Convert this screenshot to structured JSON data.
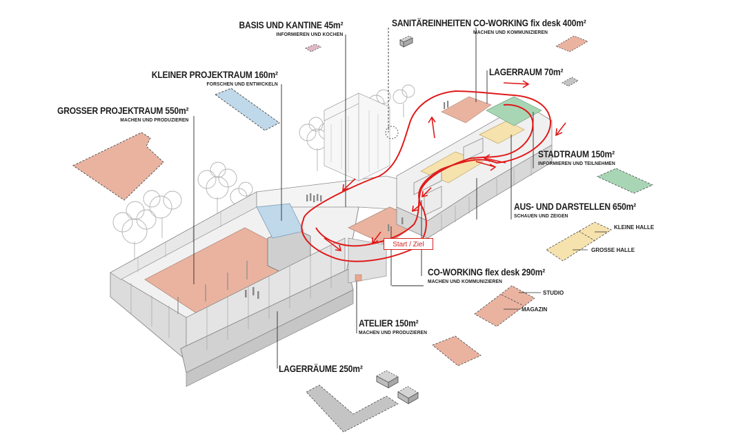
{
  "colors": {
    "red_accent": "#e01818",
    "salmon": "#e8a890",
    "blue": "#b8d4e8",
    "green": "#9fd0b0",
    "yellow": "#f5e0a8",
    "mauve": "#e0b8c8",
    "grey": "#bdbdbd"
  },
  "icons": [
    "tree-icon",
    "people-figures-icon",
    "route-arrow-icon"
  ],
  "labels": {
    "basis": {
      "title": "BASIS UND KANTINE 45m²",
      "sub": "INFORMIEREN UND KOCHEN"
    },
    "sanitaer": {
      "title": "SANITÄREINHEITEN"
    },
    "coworking_fix": {
      "title": "CO-WORKING fix desk  400m²",
      "sub": "MACHEN UND KOMMUNIZIEREN"
    },
    "kleiner": {
      "title": "KLEINER PROJEKTRAUM 160m²",
      "sub": "FORSCHEN  UND  ENTWICKELN"
    },
    "lager70": {
      "title": "LAGERRAUM 70m²"
    },
    "grosser": {
      "title": "GROSSER PROJEKTRAUM  550m²",
      "sub": "MACHEN UND PRODUZIEREN"
    },
    "stadtraum": {
      "title": "STADTRAUM 150m²",
      "sub": "INFORMIEREN UND TEILNEHMEN"
    },
    "aus": {
      "title": "AUS- UND DARSTELLEN 650m²",
      "sub": "SCHAUEN UND ZEIGEN"
    },
    "kleine_halle": "KLEINE HALLE",
    "grosse_halle": "GROSSE HALLE",
    "coworking_flex": {
      "title": "CO-WORKING flex desk  290m²",
      "sub": "MACHEN UND KOMMUNIZIEREN"
    },
    "studio": "STUDIO",
    "magazin": "MAGAZIN",
    "atelier": {
      "title": "ATELIER  150m²",
      "sub": "MACHEN UND PRODUZIEREN"
    },
    "lagerraeume": {
      "title": "LAGERRÄUME  250m²"
    }
  },
  "start_ziel": "Start / Ziel"
}
